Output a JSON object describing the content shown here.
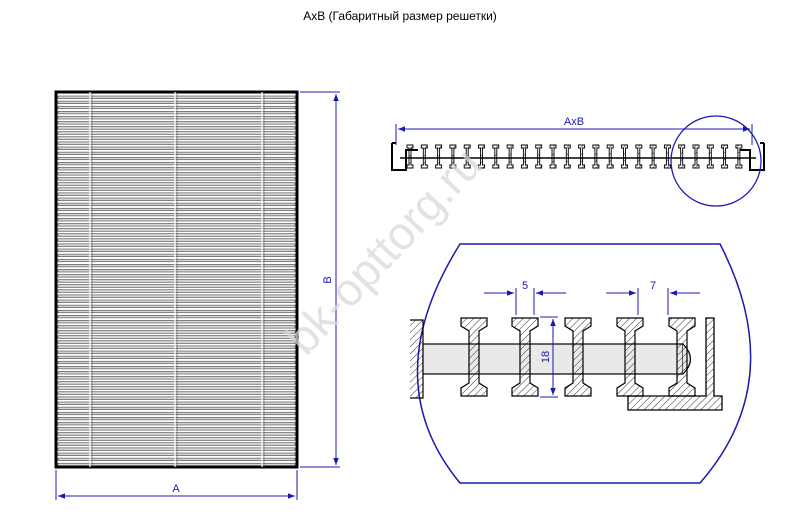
{
  "title": "AxB (Габаритный размер решетки)",
  "watermark": "bk-opttorg.ru",
  "labels": {
    "width": "A",
    "height": "B",
    "section_span": "AxB",
    "pitch_a": "5",
    "pitch_b": "7",
    "depth": "18"
  },
  "colors": {
    "outline": "#000000",
    "dimension": "#1a1ab0",
    "detail_fill": "#e9e9e9"
  }
}
